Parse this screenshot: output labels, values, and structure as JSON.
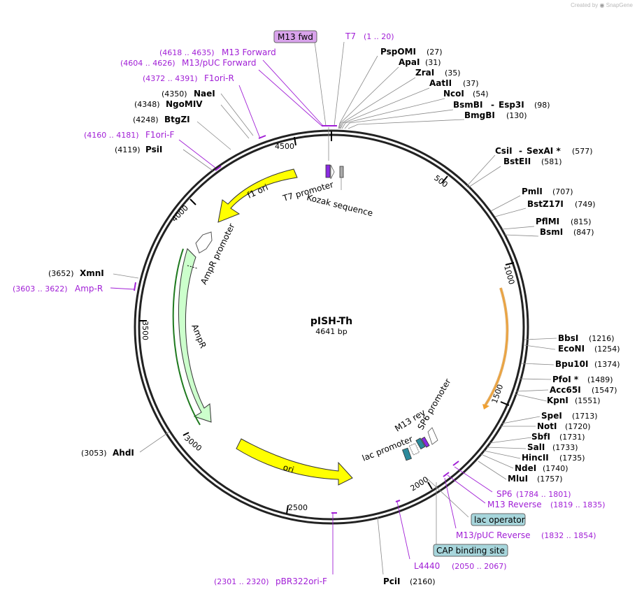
{
  "credit": {
    "prefix": "Created by",
    "brand": "SnapGene"
  },
  "plasmid": {
    "name": "pISH-Th",
    "size": "4641 bp"
  },
  "ticks": [
    "500",
    "1000",
    "1500",
    "2000",
    "2500",
    "3000",
    "3500",
    "4000",
    "4500"
  ],
  "features": {
    "f1_ori": "f1 ori",
    "t7_promoter": "T7 promoter",
    "kozak": "Kozak sequence",
    "ampr_promoter": "AmpR promoter",
    "ampr": "AmpR",
    "ori": "ori",
    "lac_promoter": "lac promoter",
    "m13_rev": "M13 rev",
    "sp6_promoter": "SP6 promoter"
  },
  "enzymes": [
    {
      "name": "PspOMI",
      "pos": "(27)"
    },
    {
      "name": "ApaI",
      "pos": "(31)"
    },
    {
      "name": "ZraI",
      "pos": "(35)"
    },
    {
      "name": "AatII",
      "pos": "(37)"
    },
    {
      "name": "NcoI",
      "pos": "(54)"
    },
    {
      "name": "BsmBI",
      "name2": "Esp3I",
      "pos": "(98)"
    },
    {
      "name": "BmgBI",
      "pos": "(130)"
    },
    {
      "name": "CsiI",
      "name2": "SexAI *",
      "pos": "(577)"
    },
    {
      "name": "BstEII",
      "pos": "(581)"
    },
    {
      "name": "PmlI",
      "pos": "(707)"
    },
    {
      "name": "BstZ17I",
      "pos": "(749)"
    },
    {
      "name": "PflMI",
      "pos": "(815)"
    },
    {
      "name": "BsmI",
      "pos": "(847)"
    },
    {
      "name": "BbsI",
      "pos": "(1216)"
    },
    {
      "name": "EcoNI",
      "pos": "(1254)"
    },
    {
      "name": "Bpu10I",
      "pos": "(1374)"
    },
    {
      "name": "PfoI *",
      "pos": "(1489)"
    },
    {
      "name": "Acc65I",
      "pos": "(1547)"
    },
    {
      "name": "KpnI",
      "pos": "(1551)"
    },
    {
      "name": "SpeI",
      "pos": "(1713)"
    },
    {
      "name": "NotI",
      "pos": "(1720)"
    },
    {
      "name": "SbfI",
      "pos": "(1731)"
    },
    {
      "name": "SalI",
      "pos": "(1733)"
    },
    {
      "name": "HincII",
      "pos": "(1735)"
    },
    {
      "name": "NdeI",
      "pos": "(1740)"
    },
    {
      "name": "MluI",
      "pos": "(1757)"
    },
    {
      "name": "PciI",
      "pos": "(2160)"
    },
    {
      "name": "AhdI",
      "pos": "(3053)"
    },
    {
      "name": "XmnI",
      "pos": "(3652)"
    },
    {
      "name": "PsiI",
      "pos": "(4119)"
    },
    {
      "name": "BtgZI",
      "pos": "(4248)"
    },
    {
      "name": "NgoMIV",
      "pos": "(4348)"
    },
    {
      "name": "NaeI",
      "pos": "(4350)"
    }
  ],
  "primers": [
    {
      "name": "M13 fwd",
      "range": ""
    },
    {
      "name": "T7",
      "range": "(1 .. 20)"
    },
    {
      "name": "M13 Forward",
      "range": "(4618 .. 4635)"
    },
    {
      "name": "M13/pUC Forward",
      "range": "(4604 .. 4626)"
    },
    {
      "name": "F1ori-R",
      "range": "(4372 .. 4391)"
    },
    {
      "name": "F1ori-F",
      "range": "(4160 .. 4181)"
    },
    {
      "name": "Amp-R",
      "range": "(3603 .. 3622)"
    },
    {
      "name": "SP6",
      "range": "(1784 .. 1801)"
    },
    {
      "name": "M13 Reverse",
      "range": "(1819 .. 1835)"
    },
    {
      "name": "M13/pUC Reverse",
      "range": "(1832 .. 1854)"
    },
    {
      "name": "L4440",
      "range": "(2050 .. 2067)"
    },
    {
      "name": "pBR322ori-F",
      "range": "(2301 .. 2320)"
    }
  ],
  "boxes": {
    "lac_operator": "lac operator",
    "cap_site": "CAP binding site"
  },
  "colors": {
    "primer": "#a11fd6",
    "f1_ori": "#ffff00",
    "ampr": "#ccffcc",
    "orf": "#f0a030",
    "box": "#a7d6dc",
    "m13fwd_box": "#d9a3ec"
  }
}
